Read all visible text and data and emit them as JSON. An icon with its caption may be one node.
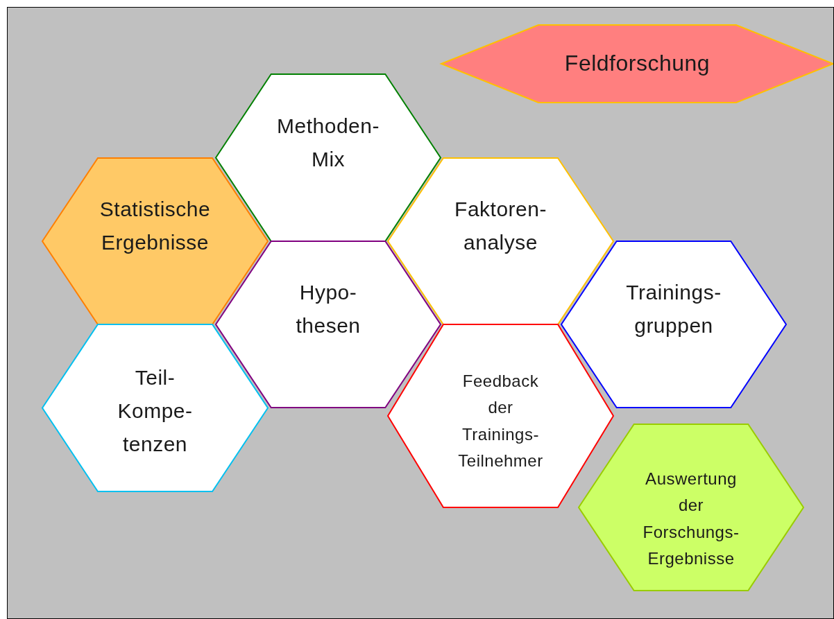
{
  "diagram": {
    "nodes": [
      {
        "text": [
          "Feldforschung"
        ]
      },
      {
        "text": [
          "Methoden- Mix"
        ]
      },
      {
        "text": [
          "Statistische Ergebnisse"
        ]
      },
      {
        "text": [
          "Faktoren- analyse"
        ]
      },
      {
        "text": [
          "Hypo- thesen"
        ]
      },
      {
        "text": [
          "Trainings- gruppen"
        ]
      },
      {
        "text": [
          "Teil- Kompe- tenzen"
        ]
      },
      {
        "text": [
          "Feedback der Trainings- Teilnehmer"
        ]
      },
      {
        "text": [
          "Auswertung der Forschungs- Ergebnisse"
        ]
      }
    ],
    "edges": []
  }
}
